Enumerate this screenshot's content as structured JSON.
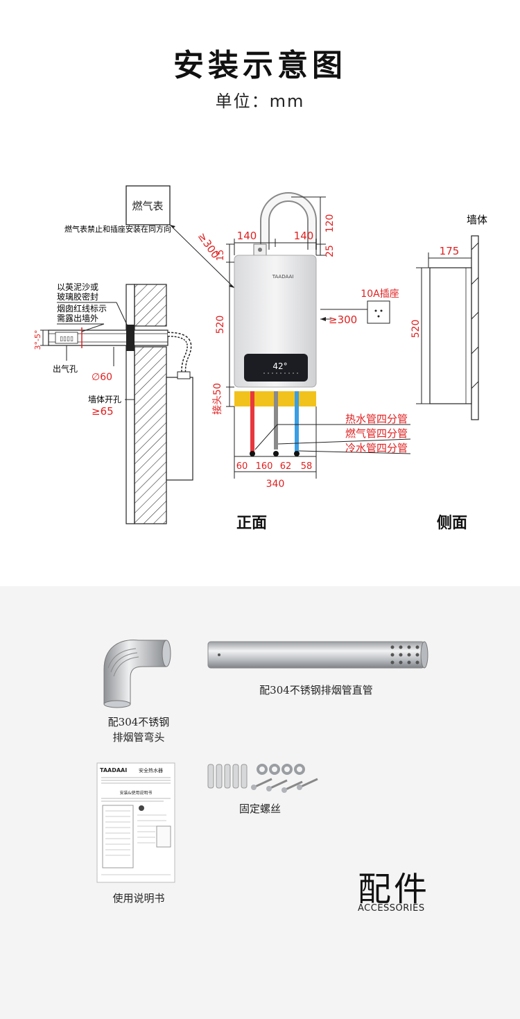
{
  "title": "安装示意图",
  "unit": "单位：mm",
  "views": {
    "front": "正面",
    "side": "侧面"
  },
  "labels": {
    "gas_meter": "燃气表",
    "gas_meter_warning": "燃气表禁止和插座安装在同方向",
    "dist_300_diag": "≥300",
    "seal": [
      "以英泥沙或",
      "玻璃胶密封"
    ],
    "chimney_mark": [
      "烟囱红线标示",
      "需露出墙外"
    ],
    "tilt": "3°-5°",
    "outlet": "出气孔",
    "pipe_dia": "∅60",
    "wall_hole": "墙体开孔",
    "wall_hole_min": "≥65",
    "socket": "10A插座",
    "socket_dist": "≥300",
    "wall": "墙体",
    "brand": "TAADAAI",
    "display": "42°",
    "pipes": [
      "热水管四分管",
      "燃气管四分管",
      "冷水管四分管"
    ],
    "joint": "接头50"
  },
  "dims": {
    "top_left": "140",
    "top_right": "140",
    "top_h": "120",
    "bracket": "25",
    "v15": "15",
    "height": "520",
    "side_depth": "175",
    "side_height": "520",
    "bottom": [
      "60",
      "160",
      "62",
      "58"
    ],
    "width": "340"
  },
  "accessories": {
    "elbow": [
      "配304不锈钢",
      "排烟管弯头"
    ],
    "pipe": "配304不锈钢排烟管直管",
    "screws": "固定螺丝",
    "manual": "使用说明书",
    "title_cn": "配件",
    "title_en": "ACCESSORIES",
    "manual_brand": "TAADAAI",
    "manual_title": "安全热水器",
    "manual_subtitle": "安装&使用说明书"
  },
  "colors": {
    "hot": "#e8383d",
    "gas": "#8a8a8a",
    "cold": "#3a9ee4",
    "joint": "#f2c21c",
    "red_text": "#e02020"
  }
}
